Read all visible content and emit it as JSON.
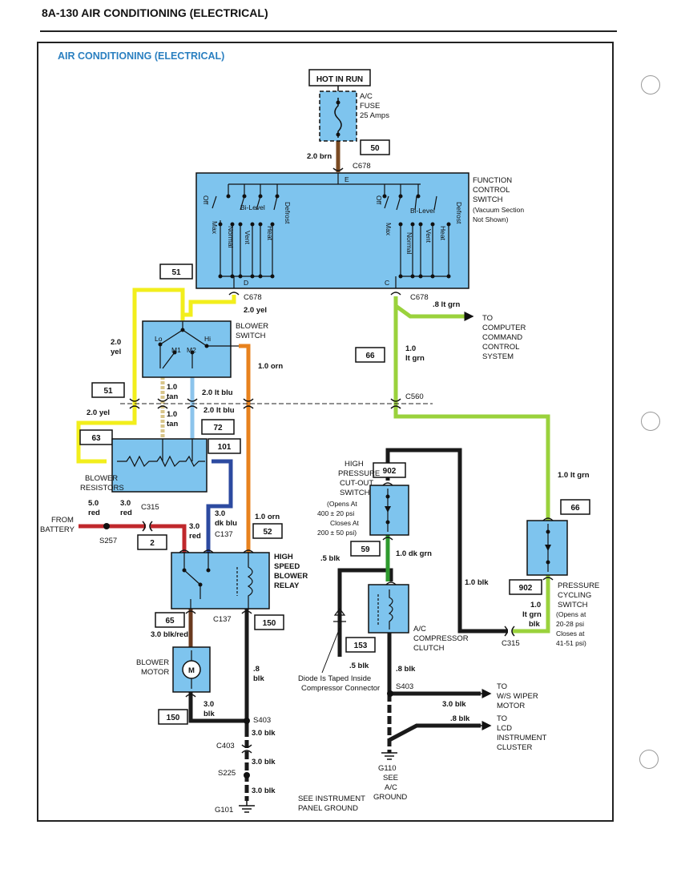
{
  "page": {
    "header": "8A-130 AIR CONDITIONING (ELECTRICAL)"
  },
  "diagram": {
    "title": "AIR CONDITIONING (ELECTRICAL)",
    "power": {
      "label": "HOT IN RUN",
      "fuse_name": "A/C",
      "fuse_sub": "FUSE",
      "fuse_rating": "25 Amps",
      "wire": "2.0 brn",
      "circuit": "50",
      "connector": "C678"
    },
    "function_switch": {
      "title": [
        "FUNCTION",
        "CONTROL",
        "SWITCH"
      ],
      "note": [
        "(Vacuum Section",
        "Not Shown)"
      ],
      "positions": {
        "off": "Off",
        "max": "Max",
        "normal": "Normal",
        "bilevel": "Bi-Level",
        "vent": "Vent",
        "heat": "Heat",
        "defrost": "Defrost"
      },
      "terminals": {
        "e": "E",
        "d": "D",
        "c": "C"
      },
      "connector_left": "C678",
      "connector_right": "C678"
    },
    "blower_switch": {
      "title": [
        "BLOWER",
        "SWITCH"
      ],
      "lo": "Lo",
      "m1": "M1",
      "m2": "M2",
      "hi": "Hi",
      "wire_in": "2.0 yel",
      "wire_orn": "1.0 orn"
    },
    "left_wiring": {
      "circuit_51a": "51",
      "circuit_51b": "51",
      "yel_wire1": "2.0",
      "yel_wire2": "yel",
      "yel_wire3": "2.0 yel",
      "tan_a1": "1.0",
      "tan_a2": "tan",
      "tan_b1": "1.0",
      "tan_b2": "tan",
      "ltblu_a": "2.0 lt blu",
      "ltblu_b": "2.0 lt blu",
      "circuit_63": "63",
      "circuit_72": "72",
      "circuit_101": "101"
    },
    "resistors": {
      "title": [
        "BLOWER",
        "RESISTORS"
      ]
    },
    "battery": {
      "from": [
        "FROM",
        "BATTERY"
      ],
      "wire_a1": "5.0",
      "wire_a2": "red",
      "wire_b1": "3.0",
      "wire_b2": "red",
      "wire_c1": "3.0",
      "wire_c2": "red",
      "splice": "S257",
      "connector": "C315",
      "circuit": "2"
    },
    "relay": {
      "title": [
        "HIGH",
        "SPEED",
        "BLOWER",
        "RELAY"
      ],
      "wire_dkblu": [
        "3.0",
        "dk blu"
      ],
      "wire_orn": "1.0 orn",
      "connector_top": "C137",
      "connector_bottom": "C137",
      "circuit_52": "52",
      "circuit_150": "150",
      "circuit_65": "65",
      "wire_blkred": "3.0 blk/red",
      "wire_blk": [
        ".8",
        "blk"
      ]
    },
    "motor": {
      "title": [
        "BLOWER",
        "MOTOR"
      ],
      "symbol": "M",
      "wire": [
        "3.0",
        "blk"
      ],
      "circuit": "150"
    },
    "ground_left": {
      "splice_403": "S403",
      "wire1": "3.0 blk",
      "connector": "C403",
      "wire2": "3.0 blk",
      "splice_225": "S225",
      "wire3": "3.0 blk",
      "ground": "G101",
      "note": [
        "SEE INSTRUMENT",
        "PANEL GROUND"
      ]
    },
    "right_side": {
      "ltgrn_wire": ".8 lt grn",
      "to_computer": [
        "TO",
        "COMPUTER",
        "COMMAND",
        "CONTROL",
        "SYSTEM"
      ],
      "circuit_66a": "66",
      "ltgrn_wire2": [
        "1.0",
        "lt grn"
      ],
      "connector_c560": "C560",
      "ltgrn_wire3": "1.0 lt grn",
      "circuit_66b": "66"
    },
    "high_pressure": {
      "title": [
        "HIGH",
        "PRESSURE",
        "CUT-OUT",
        "SWITCH"
      ],
      "note": [
        "(Opens At",
        "400 ± 20 psi",
        "Closes At",
        "200 ± 50 psi)"
      ],
      "circuit_902": "902",
      "circuit_59": "59",
      "wire_dkgrn": "1.0 dk grn",
      "wire_blk": "1.0 blk",
      "wire_5blk": ".5 blk"
    },
    "compressor": {
      "title": [
        "A/C",
        "COMPRESSOR",
        "CLUTCH"
      ],
      "circuit": "153",
      "wire_5blk": ".5 blk",
      "wire_8blk": ".8 blk",
      "diode_note": [
        "Diode Is Taped Inside",
        "Compressor Connector"
      ]
    },
    "cycling": {
      "title": [
        "PRESSURE",
        "CYCLING",
        "SWITCH"
      ],
      "note": [
        "(Opens at",
        "20-28 psi",
        "Closes at",
        "41-51 psi)"
      ],
      "circuit_902": "902",
      "wire": [
        "1.0",
        "lt grn",
        "blk"
      ],
      "connector": "C315"
    },
    "ground_right": {
      "splice": "S403",
      "wire1": "3.0 blk",
      "to_wiper": [
        "TO",
        "W/S WIPER",
        "MOTOR"
      ],
      "wire2": ".8 blk",
      "to_lcd": [
        "TO",
        "LCD",
        "INSTRUMENT",
        "CLUSTER"
      ],
      "ground": [
        "G110",
        "SEE",
        "A/C",
        "GROUND"
      ]
    }
  },
  "colors": {
    "component_fill": "#7ec4ee",
    "wire_yellow": "#f2ee1c",
    "wire_lt_green": "#9ad23c",
    "wire_red": "#c0282c",
    "wire_dk_blue": "#2c4aa0",
    "wire_orange": "#e8821e",
    "wire_lt_blue": "#8cc4ec",
    "wire_tan": "#d8c58a",
    "wire_black": "#1a1a1a",
    "wire_brown": "#7a4a22",
    "wire_dk_green": "#2e9a2e",
    "title_blue": "#2a7fc0"
  }
}
